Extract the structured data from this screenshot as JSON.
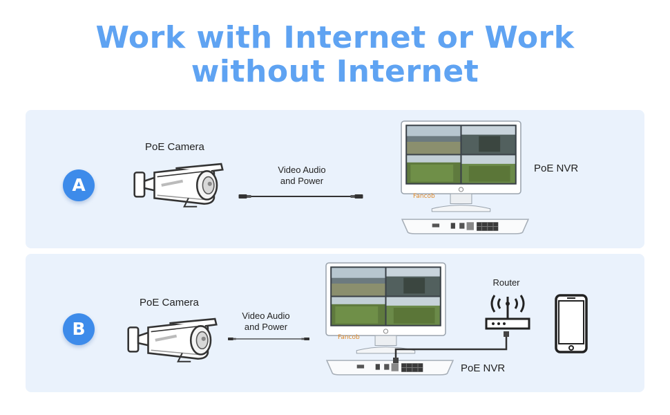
{
  "headline": {
    "line1": "Work with Internet or Work",
    "line2": "without Internet"
  },
  "colors": {
    "headline": "#5fa3f2",
    "panel_background": "#eaf2fc",
    "badge": "#3d8bea"
  },
  "icons": [
    "poe-camera-icon",
    "cable-icon",
    "nvr-monitor-icon",
    "nvr-recorder-icon",
    "router-icon",
    "smartphone-icon"
  ],
  "scenario_a": {
    "badge": "A",
    "camera_label": "PoE Camera",
    "cable_label": "Video Audio\nand Power",
    "nvr_label": "PoE NVR",
    "brand": "Fancob"
  },
  "scenario_b": {
    "badge": "B",
    "camera_label": "PoE Camera",
    "cable_label": "Video Audio\nand Power",
    "nvr_label": "PoE NVR",
    "router_label": "Router",
    "brand": "Fancob"
  }
}
